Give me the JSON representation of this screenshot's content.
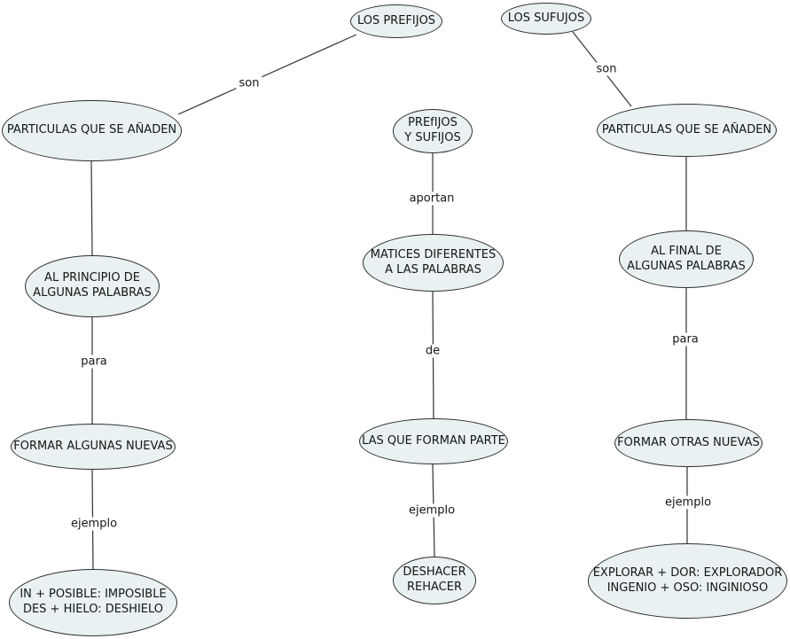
{
  "diagram": {
    "colors": {
      "background": "#ffffff",
      "node_fill": "#e9f1f2",
      "node_border": "#2e2e2e",
      "line": "#333333",
      "text": "#161616"
    },
    "nodes": [
      {
        "id": "los-prefijos",
        "text": "LOS PREFIJOS"
      },
      {
        "id": "los-sufujos",
        "text": "LOS SUFUJOS"
      },
      {
        "id": "particulas-izq",
        "text": "PARTICULAS QUE SE AÑADEN"
      },
      {
        "id": "prefijos-y-sufijos",
        "text": "PREfIJOS\nY SUFIJOS"
      },
      {
        "id": "particulas-der",
        "text": "PARTICULAS QUE SE AÑADEN"
      },
      {
        "id": "al-principio",
        "text": "AL PRINCIPIO DE\nALGUNAS PALABRAS"
      },
      {
        "id": "matices",
        "text": "MATICES DIFERENTES\nA LAS PALABRAS"
      },
      {
        "id": "al-final",
        "text": "AL FINAL DE\nALGUNAS PALABRAS"
      },
      {
        "id": "formar-algunas",
        "text": "FORMAR ALGUNAS NUEVAS"
      },
      {
        "id": "las-que-forman",
        "text": "LAS QUE FORMAN PARTE"
      },
      {
        "id": "formar-otras",
        "text": "FORMAR OTRAS NUEVAS"
      },
      {
        "id": "ejemplo-prefijos",
        "text": "IN + POSIBLE: IMPOSIBLE\nDES + HIELO: DESHIELO"
      },
      {
        "id": "deshacer-rehacer",
        "text": "DESHACER\nREHACER"
      },
      {
        "id": "ejemplo-sufijos",
        "text": "EXPLORAR + DOR: EXPLORADOR\nINGENIO + OSO: INGINIOSO"
      }
    ],
    "edge_labels": [
      {
        "id": "son-prefijos",
        "text": "son"
      },
      {
        "id": "son-sufijos",
        "text": "son"
      },
      {
        "id": "aportan",
        "text": "aportan"
      },
      {
        "id": "para-izq",
        "text": "para"
      },
      {
        "id": "de",
        "text": "de"
      },
      {
        "id": "para-der",
        "text": "para"
      },
      {
        "id": "ejemplo-izq",
        "text": "ejemplo"
      },
      {
        "id": "ejemplo-centro",
        "text": "ejemplo"
      },
      {
        "id": "ejemplo-der",
        "text": "ejemplo"
      }
    ]
  }
}
